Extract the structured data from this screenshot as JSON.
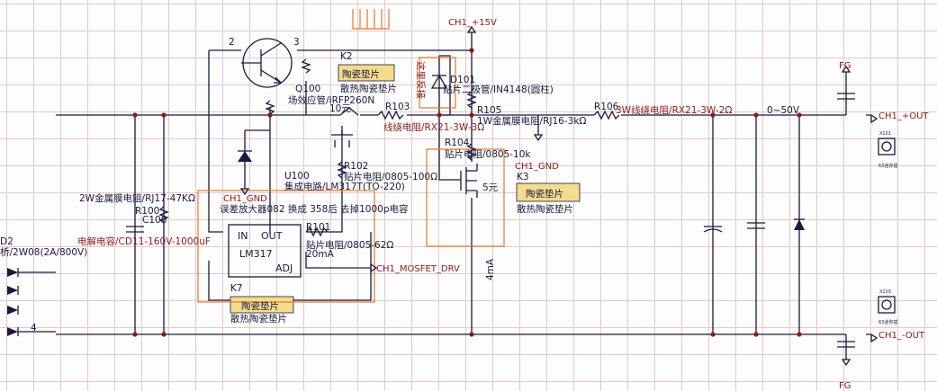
{
  "schematic": {
    "nets": {
      "plus15": "CH1_+15V",
      "gnd_mid": "CH1_GND",
      "gnd_left": "CH1_GND",
      "out_plus": "CH1_+OUT",
      "out_minus": "CH1_-OUT",
      "mosfet_drv": "CH1_MOSFET_DRV",
      "fg_top": "FG",
      "fg_bottom": "FG",
      "range": "0~50V"
    },
    "parts": {
      "q100_ref": "Q100",
      "q100_desc": "场效应管/IRFP260N",
      "k2_ref": "K2",
      "k2_pad": "陶瓷垫片",
      "k2_desc": "散热陶瓷垫片",
      "d101_ref": "D101",
      "d101_desc": "贴片二极管/IN4148(圆柱)",
      "d101_side": "这里反接",
      "r103_ref": "R103",
      "r103_desc": "线绕电阻/RX21-3W-3Ω",
      "r105_ref": "R105",
      "r105_desc": "1W金属膜电阻/RJ16-3kΩ",
      "r106_ref": "R106",
      "r106_desc": "3W线绕电阻/RX21-3W-2Ω",
      "r104_ref": "R104",
      "r104_desc": "贴片电阻/0805-10k",
      "k3_ref": "K3",
      "k3_pad": "陶瓷垫片",
      "k3_desc": "散热陶瓷垫片",
      "five_yuan": "5元",
      "current_4ma": "4mA",
      "r102_ref": "R102",
      "r102_desc": "贴片电阻/0805-100Ω",
      "u100_ref": "U100",
      "u100_desc": "集成电路/LM317T(TO-220)",
      "errnote": "误差放大器082 换成 358后 去掉1000p电容",
      "r101_ref": "R101",
      "r101_desc": "贴片电阻/0805-62Ω",
      "r101_cur": "20mA",
      "lm317_name": "LM317",
      "lm317_in": "IN",
      "lm317_out": "OUT",
      "lm317_adj": "ADJ",
      "k7_ref": "K7",
      "k7_pad": "陶瓷垫片",
      "k7_desc": "散热陶瓷垫片",
      "r100_ref": "R100",
      "r100_desc": "2W金属膜电阻/RJ17-47KΩ",
      "c100_ref": "C100",
      "c100_desc": "电解电容/CD11-160V-1000uF",
      "bridge_ref": "D2",
      "bridge_desc": "桥/2W08(2A/800V)",
      "x101": "X101",
      "x101_desc": "63迷你插",
      "x103": "X103",
      "x103_desc": "63迷你插",
      "tiny_pot": "10元",
      "pin2": "2",
      "pin3": "3",
      "pin4": "4"
    }
  }
}
